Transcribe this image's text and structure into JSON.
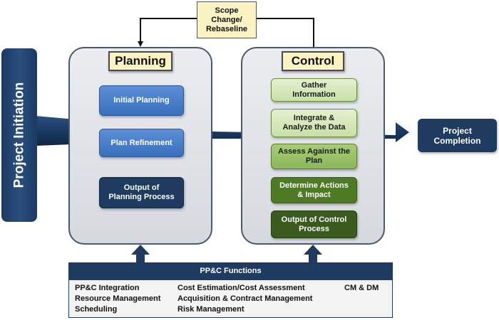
{
  "initiation": "Project Initiation",
  "scope": "Scope\nChange/\nRebaseline",
  "planning": {
    "title": "Planning",
    "initial": "Initial Planning",
    "refinement": "Plan Refinement",
    "output": "Output of\nPlanning Process"
  },
  "control": {
    "title": "Control",
    "gather": "Gather\nInformation",
    "integrate": "Integrate &\nAnalyze the Data",
    "assess": "Assess Against the\nPlan",
    "determine": "Determine Actions\n& Impact",
    "output": "Output of Control\nProcess"
  },
  "completion": "Project\nCompletion",
  "functions": {
    "title": "PP&C Functions",
    "col1": [
      "PP&C Integration",
      "Resource Management",
      "Scheduling"
    ],
    "col2": [
      "Cost Estimation/Cost Assessment",
      "Acquisition & Contract Management",
      "Risk Management"
    ],
    "col3": [
      "CM & DM"
    ]
  },
  "colors": {
    "navy": "#1f3b60",
    "blue": "#3a6fbe",
    "green_arrow": "#2eb82e",
    "dark_green_loop": "#2f7a1e",
    "title_fill": "#fbf3c4"
  }
}
